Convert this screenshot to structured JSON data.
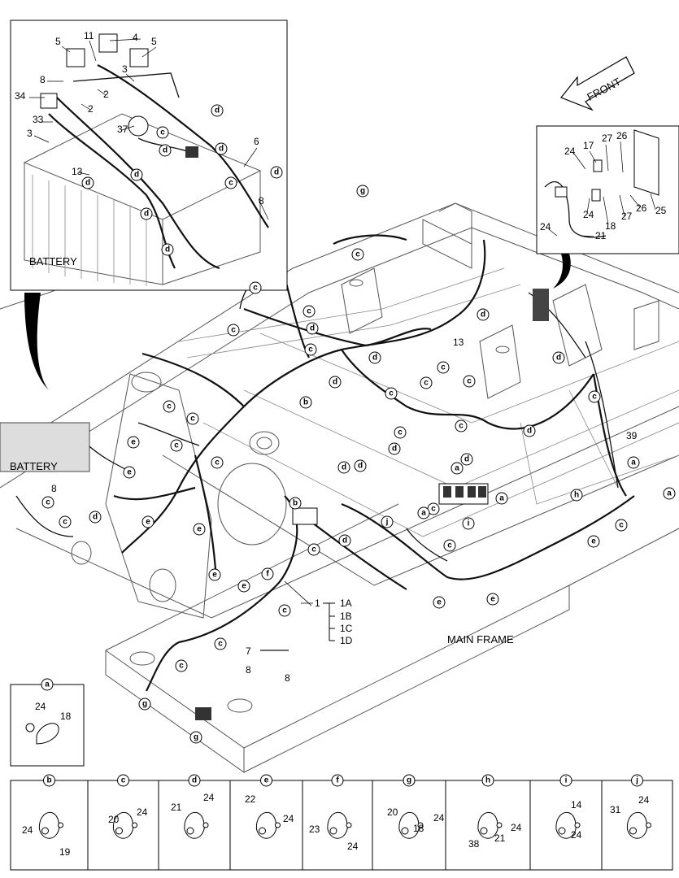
{
  "labels": {
    "battery_inset_title": "BATTERY",
    "battery_main_label": "BATTERY",
    "main_frame": "MAIN FRAME",
    "front": "FRONT",
    "harness_main": "1",
    "harness_a": "1A",
    "harness_b": "1B",
    "harness_c": "1C",
    "harness_d": "1D"
  },
  "battery_inset_parts": [
    "5",
    "11",
    "4",
    "5",
    "8",
    "3",
    "2",
    "34",
    "2",
    "33",
    "37",
    "3",
    "6",
    "13",
    "8"
  ],
  "relay_inset_parts": [
    "17",
    "27",
    "26",
    "24",
    "24",
    "18",
    "27",
    "26",
    "24",
    "21",
    "25"
  ],
  "main_parts": [
    "13",
    "39",
    "7",
    "8",
    "8",
    "8"
  ],
  "clamp_table": [
    {
      "key": "a",
      "parts": [
        "24",
        "18"
      ]
    },
    {
      "key": "b",
      "parts": [
        "24",
        "19"
      ]
    },
    {
      "key": "c",
      "parts": [
        "20",
        "24"
      ]
    },
    {
      "key": "d",
      "parts": [
        "21",
        "24"
      ]
    },
    {
      "key": "e",
      "parts": [
        "22",
        "24"
      ]
    },
    {
      "key": "f",
      "parts": [
        "23",
        "24"
      ]
    },
    {
      "key": "g",
      "parts": [
        "20",
        "18",
        "24"
      ]
    },
    {
      "key": "h",
      "parts": [
        "38",
        "21",
        "24"
      ]
    },
    {
      "key": "i",
      "parts": [
        "14",
        "24"
      ]
    },
    {
      "key": "j",
      "parts": [
        "31",
        "24"
      ]
    }
  ],
  "callouts_main": [
    "c",
    "c",
    "c",
    "c",
    "c",
    "c",
    "c",
    "c",
    "c",
    "c",
    "c",
    "c",
    "c",
    "c",
    "c",
    "c",
    "c",
    "c",
    "c",
    "c",
    "c",
    "c",
    "c",
    "c",
    "c",
    "d",
    "d",
    "d",
    "d",
    "d",
    "d",
    "d",
    "d",
    "d",
    "d",
    "d",
    "d",
    "e",
    "e",
    "e",
    "e",
    "e",
    "e",
    "e",
    "e",
    "e",
    "g",
    "g",
    "g",
    "a",
    "a",
    "a",
    "a",
    "a",
    "b",
    "b",
    "f",
    "h",
    "i",
    "j"
  ]
}
